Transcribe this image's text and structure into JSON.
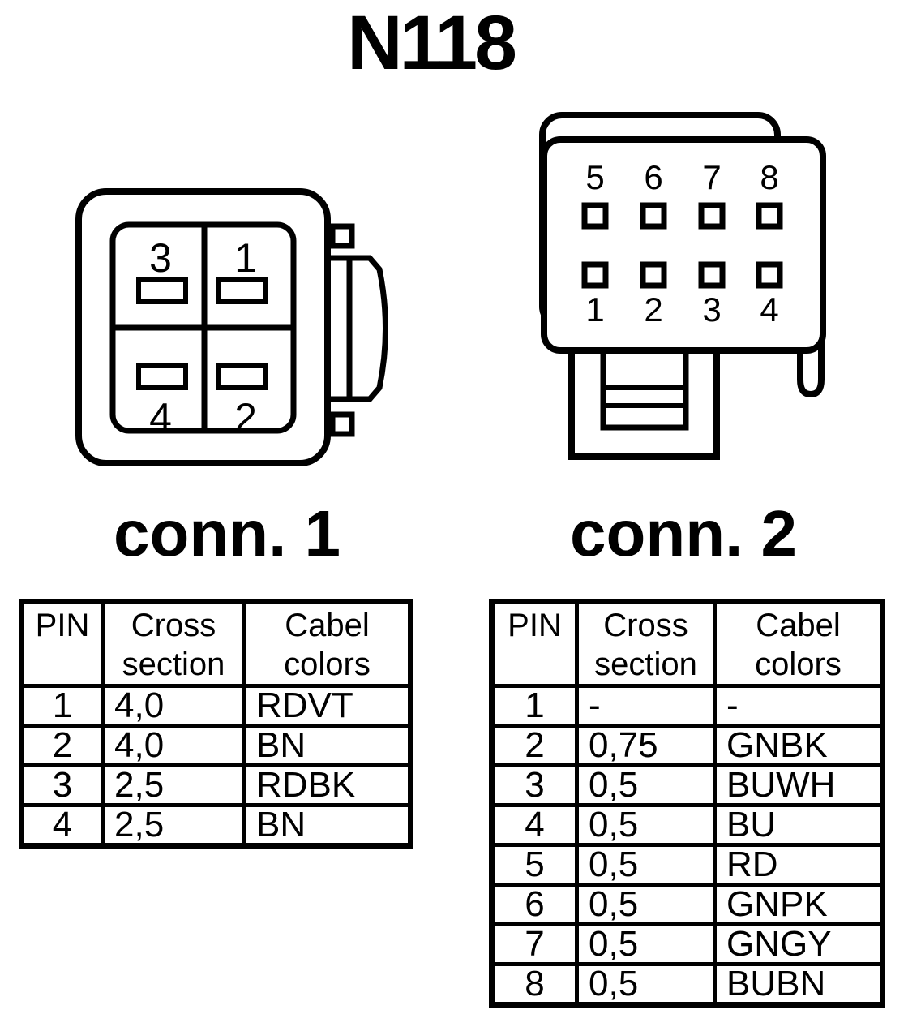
{
  "title": "N118",
  "colors": {
    "ink": "#000000",
    "background": "#ffffff"
  },
  "connector1": {
    "label": "conn. 1",
    "pins": {
      "top_left": "3",
      "top_right": "1",
      "bottom_left": "4",
      "bottom_right": "2"
    },
    "table": {
      "headers": [
        "PIN",
        "Cross section",
        "Cabel colors"
      ],
      "rows": [
        [
          "1",
          "4,0",
          "RDVT"
        ],
        [
          "2",
          "4,0",
          "BN"
        ],
        [
          "3",
          "2,5",
          "RDBK"
        ],
        [
          "4",
          "2,5",
          "BN"
        ]
      ]
    }
  },
  "connector2": {
    "label": "conn. 2",
    "pins_top": [
      "5",
      "6",
      "7",
      "8"
    ],
    "pins_bottom": [
      "1",
      "2",
      "3",
      "4"
    ],
    "table": {
      "headers": [
        "PIN",
        "Cross section",
        "Cabel colors"
      ],
      "rows": [
        [
          "1",
          "-",
          "-"
        ],
        [
          "2",
          "0,75",
          "GNBK"
        ],
        [
          "3",
          "0,5",
          "BUWH"
        ],
        [
          "4",
          "0,5",
          "BU"
        ],
        [
          "5",
          "0,5",
          "RD"
        ],
        [
          "6",
          "0,5",
          "GNPK"
        ],
        [
          "7",
          "0,5",
          "GNGY"
        ],
        [
          "8",
          "0,5",
          "BUBN"
        ]
      ]
    }
  }
}
